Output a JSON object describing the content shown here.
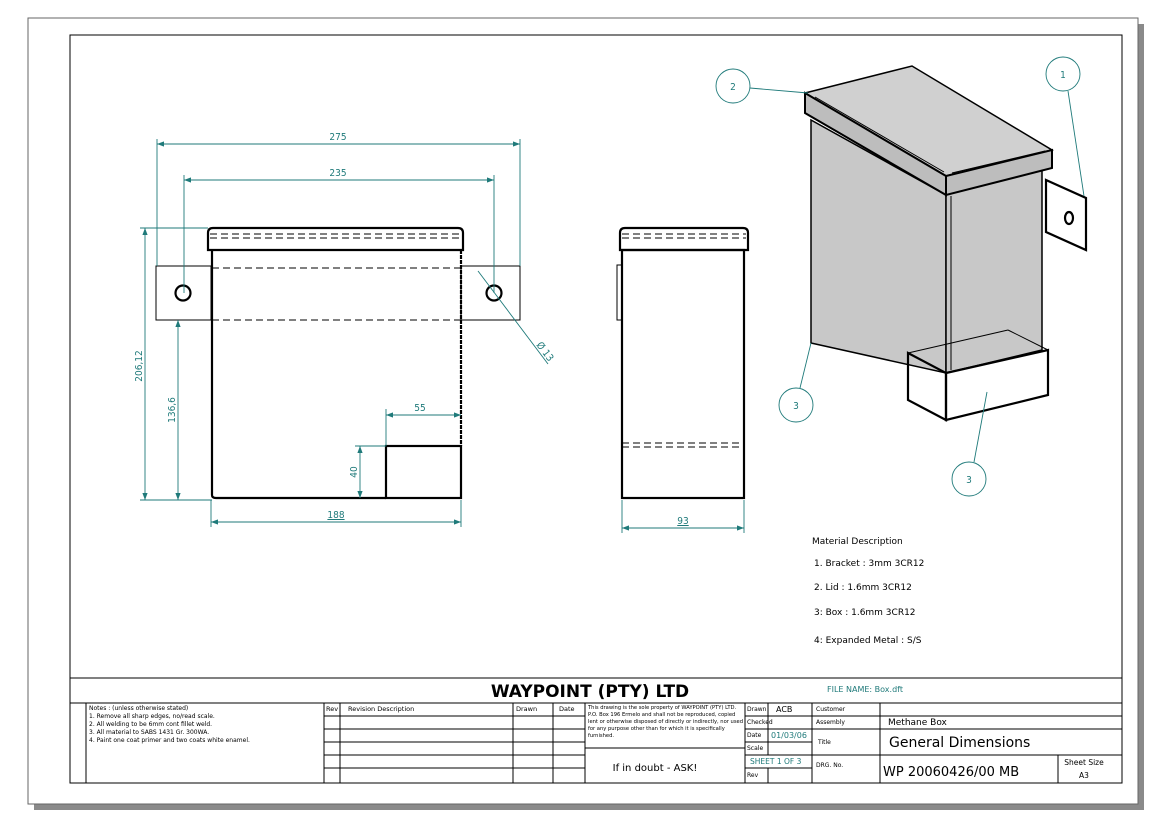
{
  "company": "WAYPOINT (PTY) LTD",
  "file_name": "FILE NAME: Box.dft",
  "notes": {
    "header": "Notes : (unless otherwise stated)",
    "items": [
      "1. Remove all sharp edges, no/read scale.",
      "2. All welding to be 6mm cont fillet weld.",
      "3. All material to SABS 1431 Gr. 300WA.",
      "4. Paint one coat primer and two coats white enamel."
    ]
  },
  "revision_table": {
    "headers": [
      "Rev",
      "Revision Description",
      "Drawn",
      "Date"
    ],
    "rows": 5
  },
  "copyright": [
    "This drawing is the sole property of WAYPOINT (PTY) LTD.",
    "P.O. Box 196 Ermelo and shall not be reproduced, copied",
    "lent or otherwise disposed of directly or indirectly, nor used",
    "for any purpose other than for which it is specifically",
    "furnished."
  ],
  "if_in_doubt": "If in doubt - ASK!",
  "info": {
    "drawn_label": "Drawn",
    "drawn_value": "ACB",
    "checked_label": "Checked",
    "date_label": "Date",
    "date_value": "01/03/06",
    "scale_label": "Scale",
    "sheet": "SHEET 1 OF 3",
    "rev_label": "Rev"
  },
  "title_block": {
    "customer_label": "Customer",
    "assembly_label": "Assembly",
    "assembly_value": "Methane Box",
    "title_label": "Title",
    "title_value": "General Dimensions",
    "drg_label": "DRG. No.",
    "drg_value": "WP 20060426/00 MB",
    "sheet_size_label": "Sheet Size",
    "sheet_size_value": "A3"
  },
  "dimensions": {
    "overall_width": "275",
    "hole_centres": "235",
    "overall_height": "206,12",
    "bracket_height": "136,6",
    "mesh_width": "55",
    "mesh_height": "40",
    "box_width": "188",
    "hole_dia": "Ø 13",
    "side_width": "93"
  },
  "balloons": [
    "1",
    "2",
    "3",
    "3"
  ],
  "material": {
    "title": "Material Description",
    "items": [
      "1. Bracket : 3mm 3CR12",
      "2. Lid : 1.6mm 3CR12",
      "3: Box : 1.6mm 3CR12",
      "4: Expanded Metal : S/S"
    ]
  },
  "colors": {
    "dimension": "#1f7a7a",
    "body_fill": "#c8c8c8",
    "shadow": "#8a8a8a"
  }
}
